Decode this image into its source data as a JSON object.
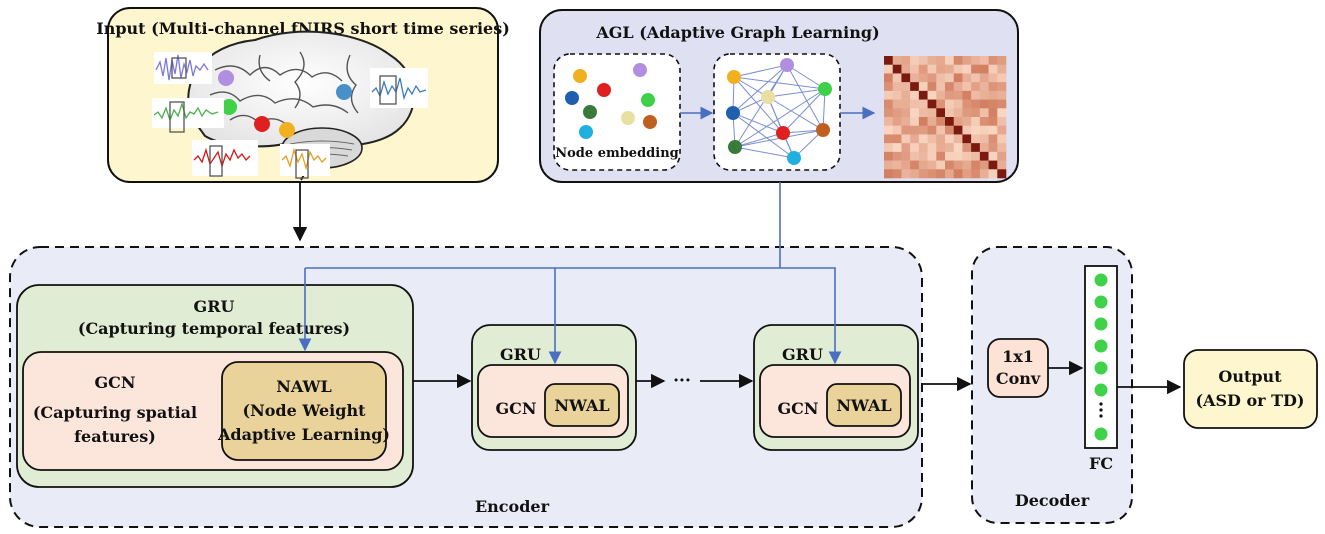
{
  "input": {
    "title": "Input (Multi-channel fNIRS short time series)"
  },
  "agl": {
    "title": "AGL  (Adaptive Graph Learning)",
    "node_embedding_label": "Node embedding"
  },
  "encoder": {
    "label": "Encoder",
    "block1": {
      "gru_title": "GRU",
      "gru_subtitle": "(Capturing temporal features)",
      "gcn_title": "GCN",
      "gcn_sub1": "(Capturing spatial",
      "gcn_sub2": "features)",
      "nawl_title": "NAWL",
      "nawl_sub1": "(Node Weight",
      "nawl_sub2": "Adaptive Learning)"
    },
    "block2": {
      "gru": "GRU",
      "gcn": "GCN",
      "nwal": "NWAL"
    },
    "ellipsis": "···",
    "block3": {
      "gru": "GRU",
      "gcn": "GCN",
      "nwal": "NWAL"
    }
  },
  "decoder": {
    "label": "Decoder",
    "conv_line1": "1x1",
    "conv_line2": "Conv",
    "fc_label": "FC"
  },
  "output": {
    "line1": "Output",
    "line2": "(ASD or TD)"
  },
  "colors": {
    "input_bg": "#fdf6cf",
    "agl_bg": "#dfe1f2",
    "encoder_bg": "#e9ecf7",
    "gru_bg": "#e0ecd3",
    "gcn_bg": "#fce6dc",
    "nwal_bg": "#ead39a",
    "conv_bg": "#fce3d6",
    "output_bg": "#fdf6cf",
    "fc_node": "#3fd14a",
    "blue_arrow": "#4a6fc0",
    "black_arrow": "#111111"
  }
}
